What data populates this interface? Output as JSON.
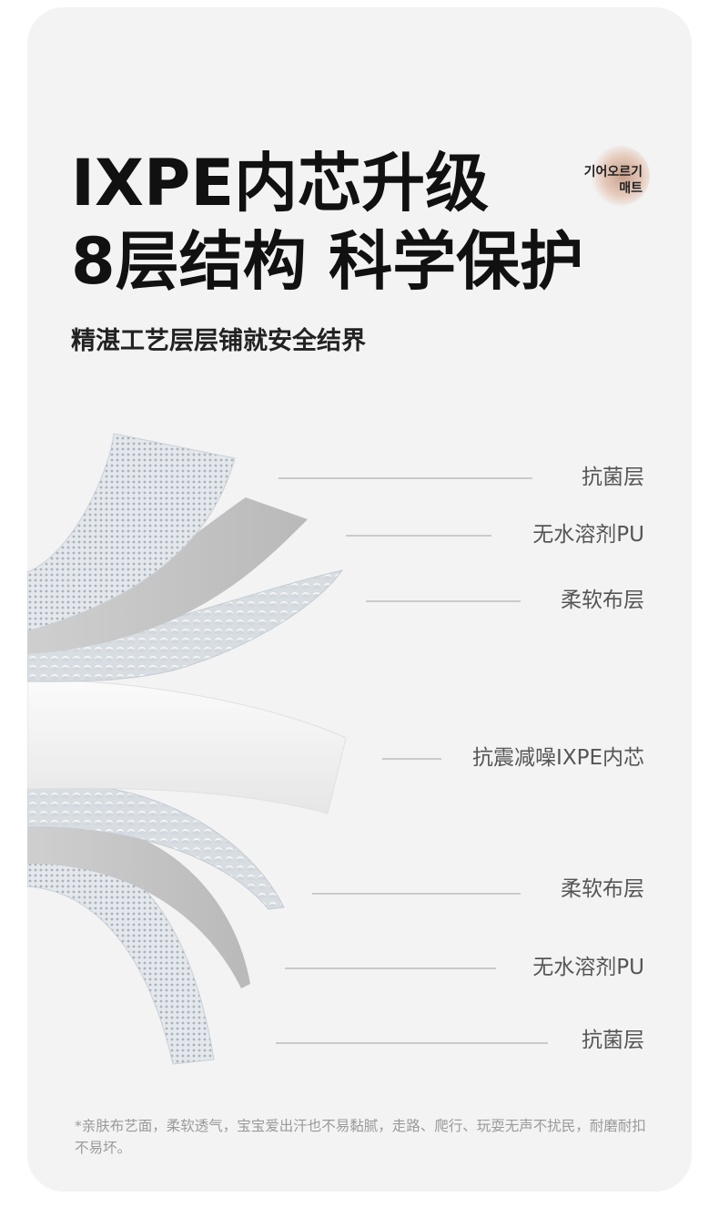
{
  "headline": {
    "line1": "IXPE内芯升级",
    "line2": "8层结构 科学保护"
  },
  "subtitle": "精湛工艺层层铺就安全结界",
  "brand": {
    "line1": "기어오르기",
    "line2": "매트"
  },
  "layers": [
    {
      "label": "抗菌层"
    },
    {
      "label": "无水溶剂PU"
    },
    {
      "label": "柔软布层"
    },
    {
      "label": "抗震减噪IXPE内芯"
    },
    {
      "label": "柔软布层"
    },
    {
      "label": "无水溶剂PU"
    },
    {
      "label": "抗菌层"
    }
  ],
  "footnote": "*亲肤布艺面，柔软透气，宝宝爱出汗也不易黏腻，走路、爬行、玩耍无声不扰民，耐磨耐扣不易坏。",
  "colors": {
    "card_background": "#f3f3f3",
    "headline_text": "#111111",
    "label_text": "#555555",
    "leader_line": "#bdbdbd",
    "footnote_text": "#9a9a9a",
    "layer_gray": "#c4c4c4",
    "layer_white": "#f7f7f7"
  }
}
